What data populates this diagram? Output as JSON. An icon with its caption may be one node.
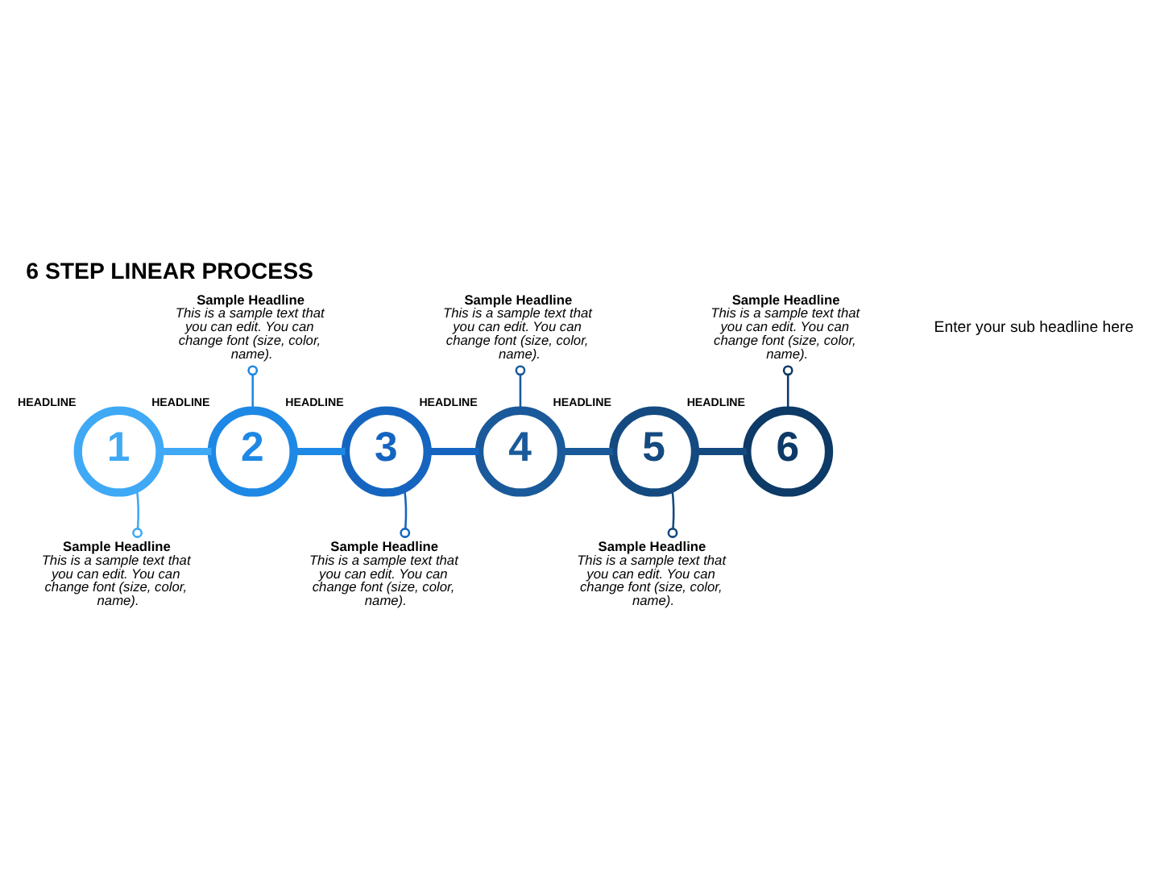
{
  "diagram": {
    "title": "6 STEP LINEAR PROCESS",
    "nodes": [
      {
        "text": [
          "1"
        ],
        "beside": [
          "HEADLINE"
        ]
      },
      {
        "text": [
          "2"
        ],
        "beside": [
          "HEADLINE"
        ]
      },
      {
        "text": [
          "3"
        ],
        "beside": [
          "HEADLINE"
        ]
      },
      {
        "text": [
          "4"
        ],
        "beside": [
          "HEADLINE"
        ]
      },
      {
        "text": [
          "5"
        ],
        "beside": [
          "HEADLINE"
        ]
      },
      {
        "text": [
          "6"
        ],
        "beside": [
          "HEADLINE"
        ]
      },
      {
        "text": [
          "Sample Headline",
          "This is a sample text that you can edit. You can change font (size, color, name)."
        ]
      },
      {
        "text": [
          "Sample Headline",
          "This is a sample text that you can edit. You can change font (size, color, name)."
        ]
      },
      {
        "text": [
          "Sample Headline",
          "This is a sample text that you can edit. You can change font (size, color, name)."
        ]
      },
      {
        "text": [
          "Sample Headline",
          "This is a sample text that you can edit. You can change font (size, color, name)."
        ]
      },
      {
        "text": [
          "Sample Headline",
          "This is a sample text that you can edit. You can change font (size, color, name)."
        ]
      },
      {
        "text": [
          "Sample Headline",
          "This is a sample text that you can edit. You can change font (size, color, name)."
        ]
      }
    ],
    "edges": [
      {
        "from": 0,
        "to": 1,
        "arrow": "none",
        "style": "thick",
        "color": "#3fa9f5"
      },
      {
        "from": 1,
        "to": 2,
        "arrow": "none",
        "style": "thick",
        "color": "#1e88e5"
      },
      {
        "from": 2,
        "to": 3,
        "arrow": "none",
        "style": "thick",
        "color": "#1565c0"
      },
      {
        "from": 3,
        "to": 4,
        "arrow": "none",
        "style": "thick",
        "color": "#1a5a9a"
      },
      {
        "from": 4,
        "to": 5,
        "arrow": "none",
        "style": "thick",
        "color": "#144a80"
      },
      {
        "from": 6,
        "to": 0,
        "arrow": "other",
        "color": "#3fa9f5"
      },
      {
        "from": 7,
        "to": 1,
        "arrow": "other",
        "color": "#1e88e5"
      },
      {
        "from": 8,
        "to": 2,
        "arrow": "other",
        "color": "#1565c0"
      },
      {
        "from": 9,
        "to": 3,
        "arrow": "other",
        "color": "#1a5a9a"
      },
      {
        "from": 10,
        "to": 4,
        "arrow": "other",
        "color": "#144a80"
      },
      {
        "from": 11,
        "to": 5,
        "arrow": "other",
        "color": "#0d3a66"
      }
    ],
    "labels": [
      "Enter your sub headline here"
    ]
  }
}
